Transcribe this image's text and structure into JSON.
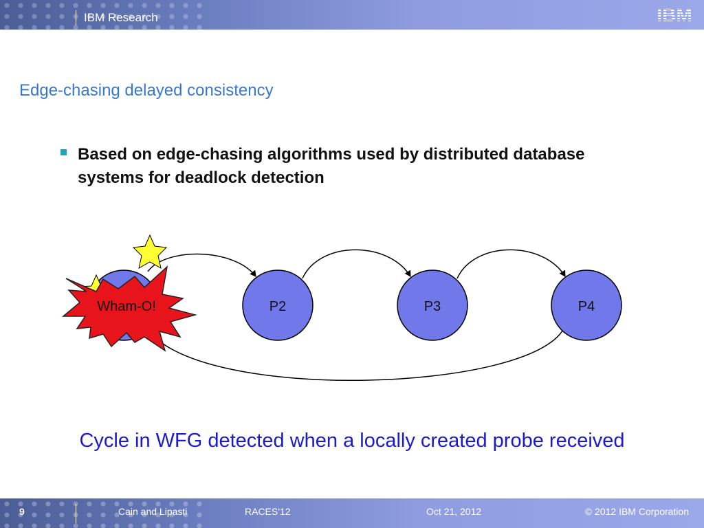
{
  "header": {
    "org": "IBM Research",
    "logo_text": "IBM"
  },
  "slide": {
    "title": "Edge-chasing delayed consistency",
    "bullet": "Based on edge-chasing algorithms used by distributed database systems for deadlock detection"
  },
  "diagram": {
    "nodes": [
      {
        "id": "P1",
        "label": ""
      },
      {
        "id": "P2",
        "label": "P2"
      },
      {
        "id": "P3",
        "label": "P3"
      },
      {
        "id": "P4",
        "label": "P4"
      }
    ],
    "burst_label": "Wham-O!",
    "colors": {
      "node_fill": "#7078ea",
      "burst_fill": "#e8141c",
      "star_fill": "#ffff33"
    }
  },
  "caption": "Cycle in WFG detected when a locally created probe received",
  "footer": {
    "page_number": "9",
    "authors": "Cain and Lipasti",
    "venue": "RACES'12",
    "date": "Oct 21, 2012",
    "copyright": "© 2012 IBM Corporation"
  }
}
